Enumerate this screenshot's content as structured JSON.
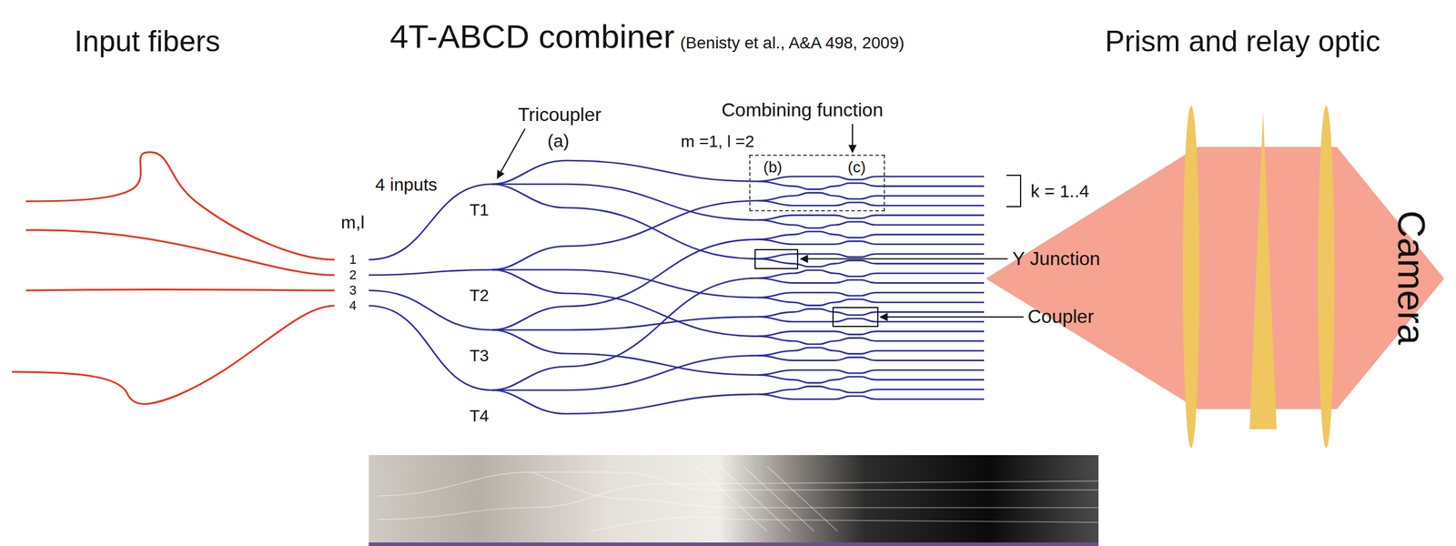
{
  "diagram": {
    "title": "4T-ABCD combiner",
    "nodes": [
      {
        "text": [
          "m =1, l =2",
          "(b)",
          "(c)"
        ]
      }
    ],
    "labels": [
      "(Benisty et al., A&A 498, 2009)",
      "Input fibers",
      "Prism and relay optic",
      "Camera",
      "Tricoupler",
      "(a)",
      "Combining function",
      "4 inputs",
      "m,l",
      "1",
      "2",
      "3",
      "4",
      "T1",
      "T2",
      "T3",
      "T4",
      "k = 1..4",
      "Y Junction",
      "Coupler"
    ]
  }
}
